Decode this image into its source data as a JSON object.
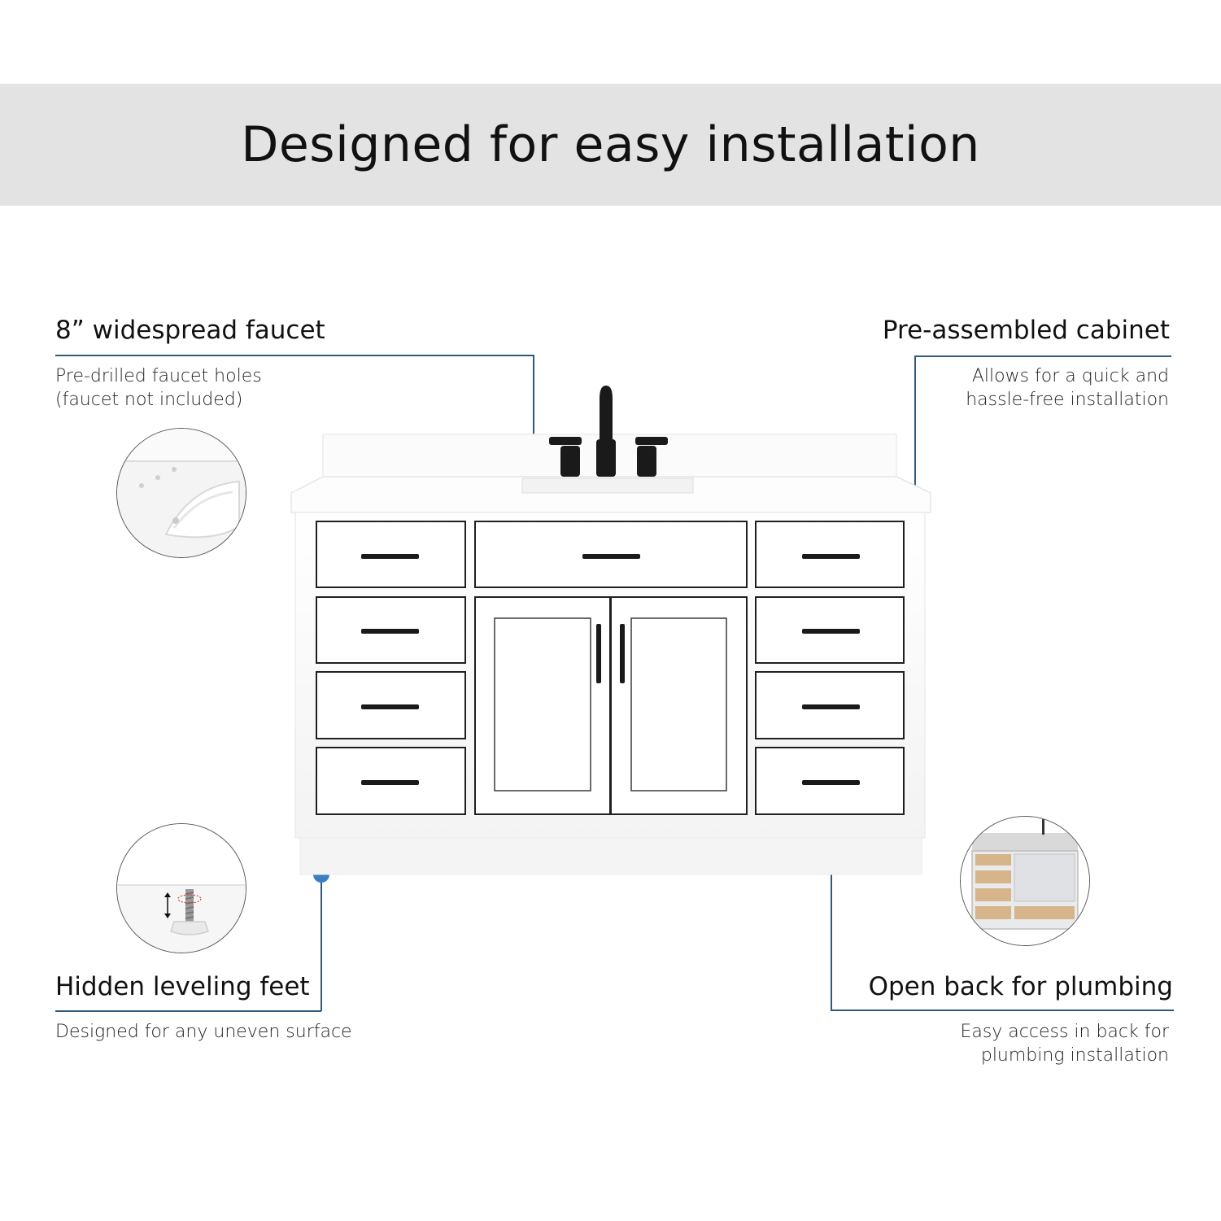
{
  "banner": {
    "title": "Designed for easy installation"
  },
  "callouts": {
    "faucet": {
      "title": "8” widespread faucet",
      "lines": [
        "Pre-drilled faucet holes",
        "(faucet not included)"
      ]
    },
    "cabinet": {
      "title": "Pre-assembled cabinet",
      "lines": [
        "Allows for  a quick and",
        "hassle-free installation"
      ]
    },
    "feet": {
      "title": "Hidden leveling feet",
      "lines": [
        "Designed for any uneven surface"
      ]
    },
    "plumbing": {
      "title": "Open back for plumbing",
      "lines": [
        "Easy access in back for",
        "plumbing installation"
      ]
    }
  },
  "colors": {
    "banner_bg": "#e3e3e3",
    "callout_line": "#2f5a7c",
    "marker": "#3a7fc1",
    "hardware": "#1a1a1a",
    "cabinet": "#ffffff"
  },
  "icons": [
    "faucet-icon",
    "sink-detail-icon",
    "leveling-foot-icon",
    "cabinet-back-icon"
  ]
}
